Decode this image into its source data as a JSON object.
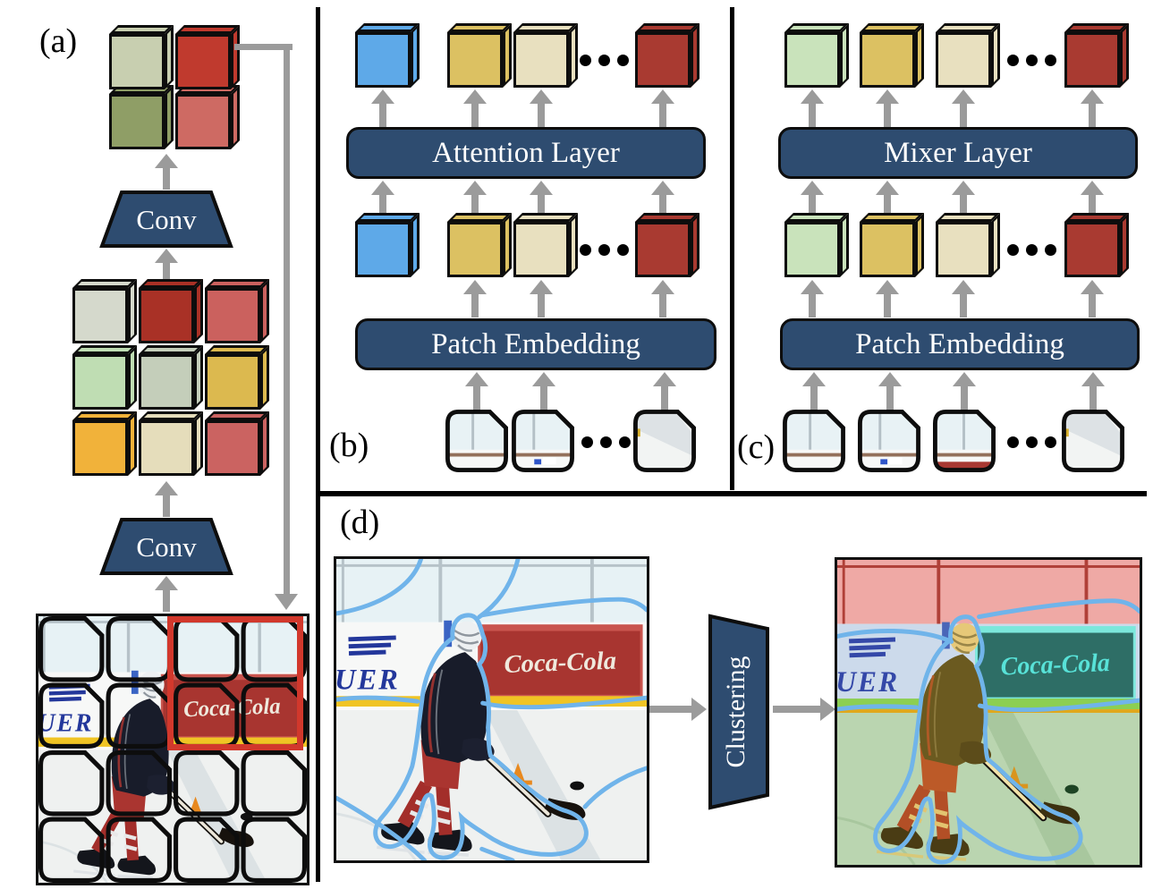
{
  "figure": {
    "panel_a": {
      "label": "(a)",
      "conv_top_label": "Conv",
      "conv_bottom_label": "Conv",
      "output_cubes": [
        "#c8cfb0",
        "#c03a2e",
        "#8f9e66",
        "#ce6a63"
      ],
      "feature_cubes": [
        "#d5d9cc",
        "#a93126",
        "#cb615e",
        "#bfddb3",
        "#c4ceba",
        "#dcb94f",
        "#f1b23a",
        "#e5ddbb",
        "#cb6361"
      ],
      "highlight_color": "#d2382c"
    },
    "panel_b": {
      "label": "(b)",
      "layer_label": "Attention Layer",
      "embed_label": "Patch Embedding",
      "output_tokens": [
        "#5ea9e8",
        "#dcc162",
        "#e8e0bf",
        "#a93a31"
      ],
      "input_tokens": [
        "#5ea9e8",
        "#dcc162",
        "#e8e0bf",
        "#a93a31"
      ]
    },
    "panel_c": {
      "label": "(c)",
      "layer_label": "Mixer Layer",
      "embed_label": "Patch Embedding",
      "output_tokens": [
        "#c9e3bb",
        "#dcc162",
        "#e8e0bf",
        "#a93a31"
      ],
      "input_tokens": [
        "#c9e3bb",
        "#dcc162",
        "#e8e0bf",
        "#a93a31"
      ]
    },
    "panel_d": {
      "label": "(d)",
      "block_label": "Clustering",
      "contour_color": "#70b4ea"
    },
    "image_text": {
      "banner_left": "UER",
      "banner_right": "Coca-Cola"
    }
  }
}
